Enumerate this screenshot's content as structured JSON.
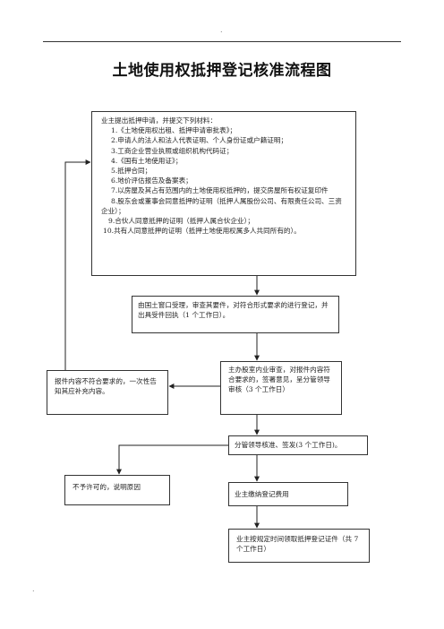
{
  "header": {
    "top_mark": ".",
    "bottom_mark": "."
  },
  "title": "土地使用权抵押登记核准流程图",
  "materials": {
    "intro": "业主提出抵押申请，并提交下列材料：",
    "items": [
      "1.《土地使用权出租、抵押申请审批表》；",
      "2.申请人的法人和法人代表证明、个人身份证或户籍证明；",
      "3.工商企业营业执照或组织机构代码证；",
      "4.《国有土地使用证》；",
      "5.抵押合同；",
      "6.地价评估报告及备案表；",
      "7.以房屋及其占有范围内的土地使用权抵押的，提交房屋所有权证复印件",
      "8.股东会或董事会同意抵押的证明（抵押人属股份公司、有限责任公司、三资企业）；",
      "9.合伙人同意抵押的证明（抵押人属合伙企业）；",
      "10.共有人同意抵押的证明（抵押土地使用权属多人共同所有的）。"
    ]
  },
  "steps": {
    "accept": "由国土窗口受理，审查其要件，对符合形式要求的进行登记，并出具受件回执（1 个工作日）。",
    "review": "主办股室内业审查，对报件内容符合要求的，签署意见，呈分管领导审核（3 个工作日）",
    "reject_supplement": "报件内容不符合要求的，一次性告知其应补充内容。",
    "approve": "分管领导核准、签发(3 个工作日)。",
    "deny": "不予许可的，说明原因",
    "pay_fee": "业主缴纳登记费用",
    "collect": "业主按规定时间领取抵押登记证件（共 7 个工作日）"
  }
}
